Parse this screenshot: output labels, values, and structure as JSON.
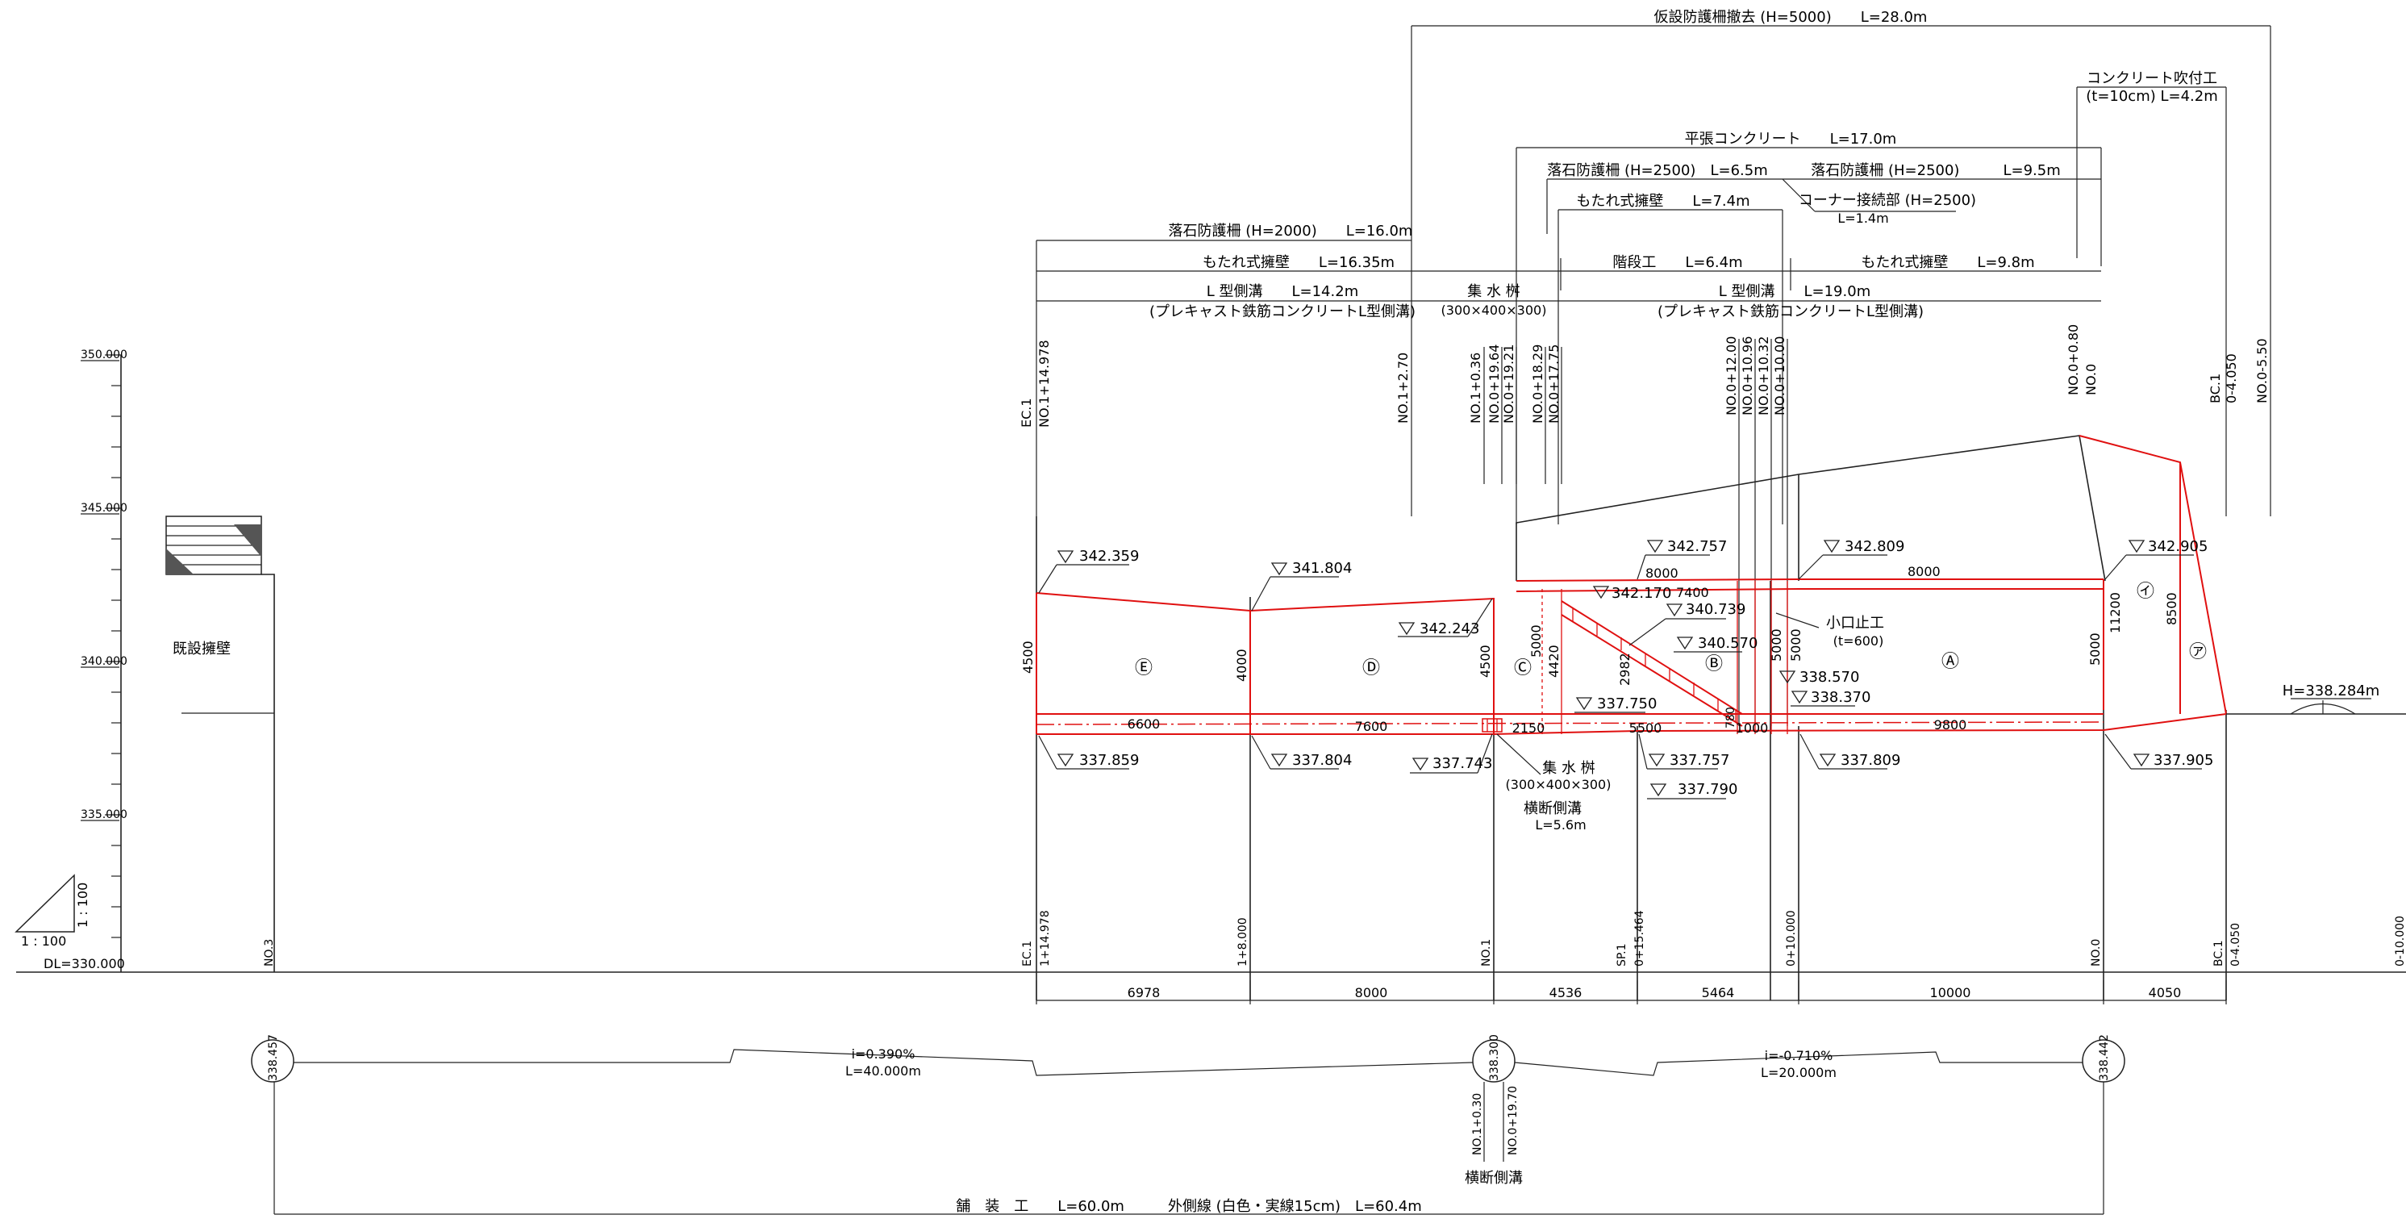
{
  "top_dims": {
    "temp_fence_removal": "仮設防護柵撤去 (H=5000)　　L=28.0m",
    "shotcrete_title": "コンクリート吹付工",
    "shotcrete_spec": "(t=10cm) L=4.2m",
    "flat_concrete": "平張コンクリート　　L=17.0m",
    "fence_2500_left": "落石防護柵 (H=2500)　L=6.5m",
    "fence_2500_right": "落石防護柵 (H=2500)　　　L=9.5m",
    "retaining_74": "もたれ式擁壁　　L=7.4m",
    "corner_joint": "コーナー接続部 (H=2500)",
    "corner_joint_len": "L=1.4m",
    "fence_2000": "落石防護柵 (H=2000)　　L=16.0m",
    "retaining_1635": "もたれ式擁壁　　L=16.35m",
    "stairs": "階段工　　L=6.4m",
    "retaining_98": "もたれ式擁壁　　L=9.8m",
    "lgutter_142": "L 型側溝　　L=14.2m",
    "lgutter_142_note": "(プレキャスト鉄筋コンクリートL型側溝)",
    "catch_basin": "集 水 桝",
    "catch_basin_size": "(300×400×300)",
    "lgutter_190": "L 型側溝　　L=19.0m",
    "lgutter_190_note": "(プレキャスト鉄筋コンクリートL型側溝)"
  },
  "stations_top": [
    "EC.1",
    "NO.1+14.978",
    "NO.1+2.70",
    "NO.1+0.36",
    "NO.0+19.64",
    "NO.0+19.21",
    "NO.0+18.29",
    "NO.0+17.75",
    "NO.0+12.00",
    "NO.0+10.96",
    "NO.0+10.32",
    "NO.0+10.00",
    "NO.0+0.80",
    "NO.0",
    "BC.1",
    "0-4.050",
    "NO.0-5.50"
  ],
  "scale_ticks": [
    "350.000",
    "345.000",
    "340.000",
    "335.000"
  ],
  "existing_wall": "既設擁壁",
  "elev_top": [
    "342.359",
    "341.804",
    "342.243",
    "342.757",
    "342.170",
    "340.739",
    "340.570",
    "342.809",
    "342.905"
  ],
  "elev_bottom": [
    "337.859",
    "337.804",
    "337.743",
    "337.750",
    "338.570",
    "338.370",
    "337.757",
    "337.790",
    "337.809",
    "337.905"
  ],
  "heights": [
    "4500",
    "4000",
    "4500",
    "5000",
    "4420",
    "2982",
    "5000",
    "5000",
    "5000",
    "11200",
    "8500",
    "780"
  ],
  "top_lengths": [
    "8000",
    "7400",
    "8000"
  ],
  "base_lengths": [
    "6600",
    "7600",
    "2150",
    "5500",
    "1000",
    "9800"
  ],
  "section_labels": [
    "Ⓔ",
    "Ⓓ",
    "Ⓒ",
    "Ⓑ",
    "Ⓐ",
    "㋑",
    "㋐"
  ],
  "kouguchi": "小口止工",
  "kouguchi_t": "(t=600)",
  "catch_basin_low": "集 水 桝",
  "catch_basin_low_size": "(300×400×300)",
  "cross_gutter": "横断側溝",
  "cross_gutter_len": "L=5.6m",
  "h_label": "H=338.284m",
  "scale_ratio": "1 : 100",
  "scale_ratio_v": "1 : 100",
  "datum": "DL=330.000",
  "stations_bottom": [
    "NO.3",
    "EC.1",
    "1+14.978",
    "1+8.000",
    "NO.1",
    "SP.1",
    "0+15.464",
    "0+10.000",
    "NO.0",
    "BC.1",
    "0-4.050",
    "0-10.000"
  ],
  "spans": [
    "6978",
    "8000",
    "4536",
    "5464",
    "10000",
    "4050"
  ],
  "profile": {
    "elev_left": "338.457",
    "elev_mid": "338.300",
    "elev_right": "338.442",
    "grade1": "i=0.390%",
    "len1": "L=40.000m",
    "grade2": "i=-0.710%",
    "len2": "L=20.000m",
    "sta1": "NO.1+0.30",
    "sta2": "NO.0+19.70",
    "cross_gutter": "横断側溝"
  },
  "paving": "舗　装　工　　L=60.0m　　　外側線 (白色・実線15cm)　L=60.4m",
  "colors": {
    "red": "#e01010",
    "ink": "#222222"
  }
}
